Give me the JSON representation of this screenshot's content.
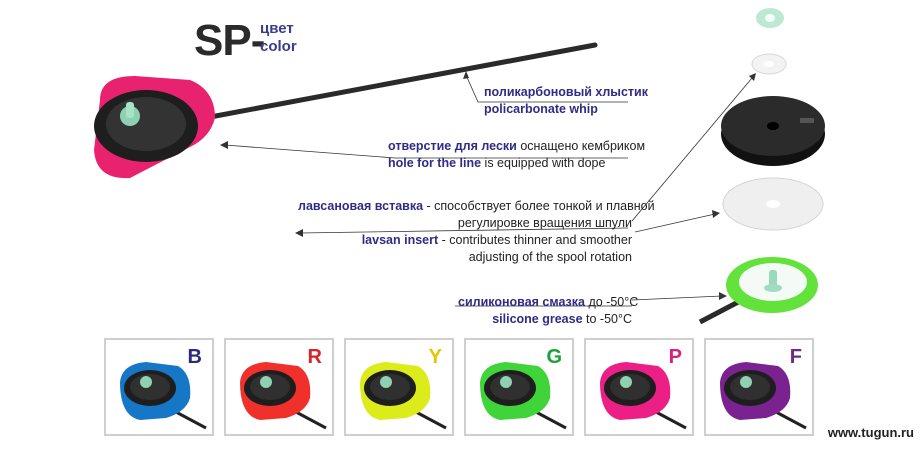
{
  "header": {
    "code": "SP-",
    "color_ru": "цвет",
    "color_en": "color"
  },
  "labels": {
    "whip": {
      "ru": "поликарбоновый хлыстик",
      "en": "policarbonate whip"
    },
    "line_hole": {
      "ru_key": "отверстие для лески",
      "ru_rest": " оснащено кембриком",
      "en_key": "hole for the line",
      "en_rest": " is equipped with dope"
    },
    "lavsan": {
      "ru_key": "лавсановая вставка",
      "ru_rest": " - способствует более тонкой и плавной",
      "ru_line2": "регулировке вращения шпули",
      "en_key": "lavsan insert",
      "en_rest": " - contributes thinner and smoother",
      "en_line2": "adjusting of the spool rotation"
    },
    "grease": {
      "ru_key": "силиконовая смазка",
      "ru_rest": " до -50°С",
      "en_key": "silicone grease",
      "en_rest": " to -50°С"
    }
  },
  "variants": [
    {
      "letter": "B",
      "color": "#1577c6",
      "letter_color": "#2d2a7a"
    },
    {
      "letter": "R",
      "color": "#f0302a",
      "letter_color": "#d8232a"
    },
    {
      "letter": "Y",
      "color": "#dcec1a",
      "letter_color": "#e6c600"
    },
    {
      "letter": "G",
      "color": "#3ed43a",
      "letter_color": "#18a23a"
    },
    {
      "letter": "P",
      "color": "#ec1f86",
      "letter_color": "#d8237e"
    },
    {
      "letter": "F",
      "color": "#7a2290",
      "letter_color": "#6c2a8a"
    }
  ],
  "colors": {
    "main_body": "#e8226f",
    "green_body": "#63e23c",
    "text_accent": "#2f2b86"
  },
  "site": "www.tugun.ru"
}
